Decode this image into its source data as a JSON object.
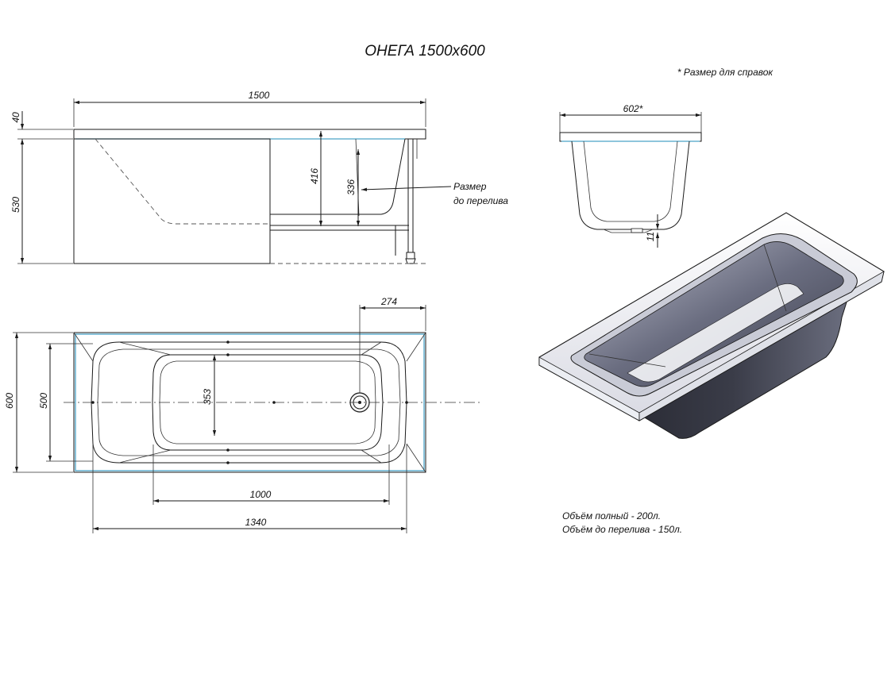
{
  "title": "ОНЕГА 1500х600",
  "reference_note": "* Размер для справок",
  "side_view": {
    "dim_total_length": "1500",
    "dim_rim_thickness": "40",
    "dim_total_height": "530",
    "dim_inner_depth": "416",
    "dim_overflow_depth": "336",
    "overflow_note_line1": "Размер",
    "overflow_note_line2": "до перелива"
  },
  "top_view": {
    "dim_drain_offset": "274",
    "dim_total_width": "600",
    "dim_inner_width": "500",
    "dim_bottom_width": "353",
    "dim_bottom_length": "1000",
    "dim_inner_length": "1340"
  },
  "end_view": {
    "dim_width_ref": "602*",
    "dim_foot": "11"
  },
  "volumes": {
    "full": "Объём полный - 200л.",
    "overflow": "Объём до перелива - 150л."
  }
}
